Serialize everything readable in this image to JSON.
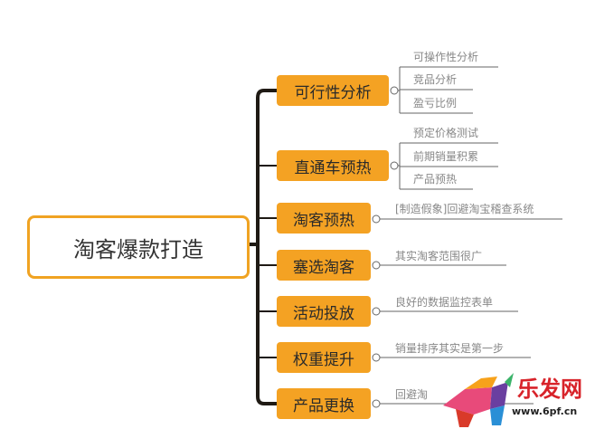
{
  "root": {
    "label": "淘客爆款打造"
  },
  "branches": [
    {
      "label": "可行性分析",
      "children": [
        "可操作性分析",
        "竞品分析",
        "盈亏比例"
      ]
    },
    {
      "label": "直通车预热",
      "children": [
        "预定价格测试",
        "前期销量积累",
        "产品预热"
      ]
    },
    {
      "label": "淘客预热",
      "children": [
        "[制造假象]回避淘宝稽查系统"
      ]
    },
    {
      "label": "塞选淘客",
      "children": [
        "其实淘客范围很广"
      ]
    },
    {
      "label": "活动投放",
      "children": [
        "良好的数据监控表单"
      ]
    },
    {
      "label": "权重提升",
      "children": [
        "销量排序其实是第一步"
      ]
    },
    {
      "label": "产品更换",
      "children": [
        "回避淘"
      ]
    }
  ],
  "watermark": {
    "name": "乐发网",
    "url": "www.6pf.cn"
  },
  "colors": {
    "node": "#f4a223",
    "border": "#f0a322",
    "line": "#555555"
  }
}
